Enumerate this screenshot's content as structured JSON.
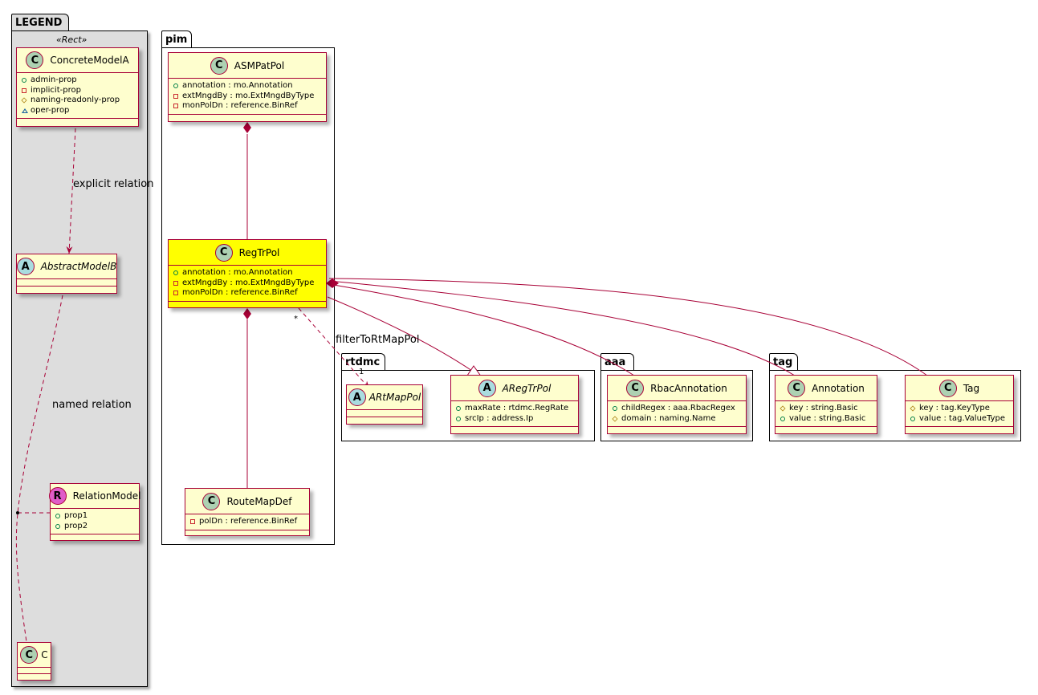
{
  "legend": {
    "tab": "LEGEND",
    "stereotype": "«Rect»",
    "concrete_model": {
      "badge": "C",
      "name": "ConcreteModelA",
      "attrs": [
        {
          "vis": "public",
          "text": "admin-prop"
        },
        {
          "vis": "private",
          "text": "implicit-prop"
        },
        {
          "vis": "protected",
          "text": "naming-readonly-prop"
        },
        {
          "vis": "package",
          "text": "oper-prop"
        }
      ]
    },
    "abstract_model": {
      "badge": "A",
      "name": "AbstractModelB"
    },
    "relation_model": {
      "badge": "R",
      "name": "RelationModel",
      "attrs": [
        {
          "vis": "public",
          "text": "prop1"
        },
        {
          "vis": "public",
          "text": "prop2"
        }
      ]
    },
    "c_model": {
      "badge": "C",
      "name": "C"
    },
    "explicit_relation": "explicit relation",
    "named_relation": "named relation"
  },
  "pim": {
    "tab": "pim",
    "asmpatpol": {
      "badge": "C",
      "name": "ASMPatPol",
      "attrs": [
        {
          "vis": "public",
          "text": "annotation : mo.Annotation"
        },
        {
          "vis": "private",
          "text": "extMngdBy : mo.ExtMngdByType"
        },
        {
          "vis": "private",
          "text": "monPolDn : reference.BinRef"
        }
      ]
    },
    "regtrpol": {
      "badge": "C",
      "name": "RegTrPol",
      "attrs": [
        {
          "vis": "public",
          "text": "annotation : mo.Annotation"
        },
        {
          "vis": "private",
          "text": "extMngdBy : mo.ExtMngdByType"
        },
        {
          "vis": "private",
          "text": "monPolDn : reference.BinRef"
        }
      ]
    },
    "routemapdef": {
      "badge": "C",
      "name": "RouteMapDef",
      "attrs": [
        {
          "vis": "private",
          "text": "polDn : reference.BinRef"
        }
      ]
    }
  },
  "rtdmc": {
    "tab": "rtdmc",
    "artmappol": {
      "badge": "A",
      "name": "ARtMapPol"
    },
    "aregtrpol": {
      "badge": "A",
      "name": "ARegTrPol",
      "attrs": [
        {
          "vis": "public",
          "text": "maxRate : rtdmc.RegRate"
        },
        {
          "vis": "public",
          "text": "srcIp : address.Ip"
        }
      ]
    }
  },
  "aaa": {
    "tab": "aaa",
    "rbacannotation": {
      "badge": "C",
      "name": "RbacAnnotation",
      "attrs": [
        {
          "vis": "public",
          "text": "childRegex : aaa.RbacRegex"
        },
        {
          "vis": "protected",
          "text": "domain : naming.Name"
        }
      ]
    }
  },
  "tag": {
    "tab": "tag",
    "annotation": {
      "badge": "C",
      "name": "Annotation",
      "attrs": [
        {
          "vis": "protected",
          "text": "key : string.Basic"
        },
        {
          "vis": "public",
          "text": "value : string.Basic"
        }
      ]
    },
    "tag": {
      "badge": "C",
      "name": "Tag",
      "attrs": [
        {
          "vis": "protected",
          "text": "key : tag.KeyType"
        },
        {
          "vis": "public",
          "text": "value : tag.ValueType"
        }
      ]
    }
  },
  "relations": {
    "filter_label": "filterToRtMapPol",
    "filter_src_mult": "*",
    "filter_dst_mult": "1"
  },
  "colors": {
    "class_fill": "#fefece",
    "class_border": "#a80036",
    "highlight_fill": "#ffff00",
    "legend_fill": "#dddddd",
    "edge": "#a80036"
  }
}
